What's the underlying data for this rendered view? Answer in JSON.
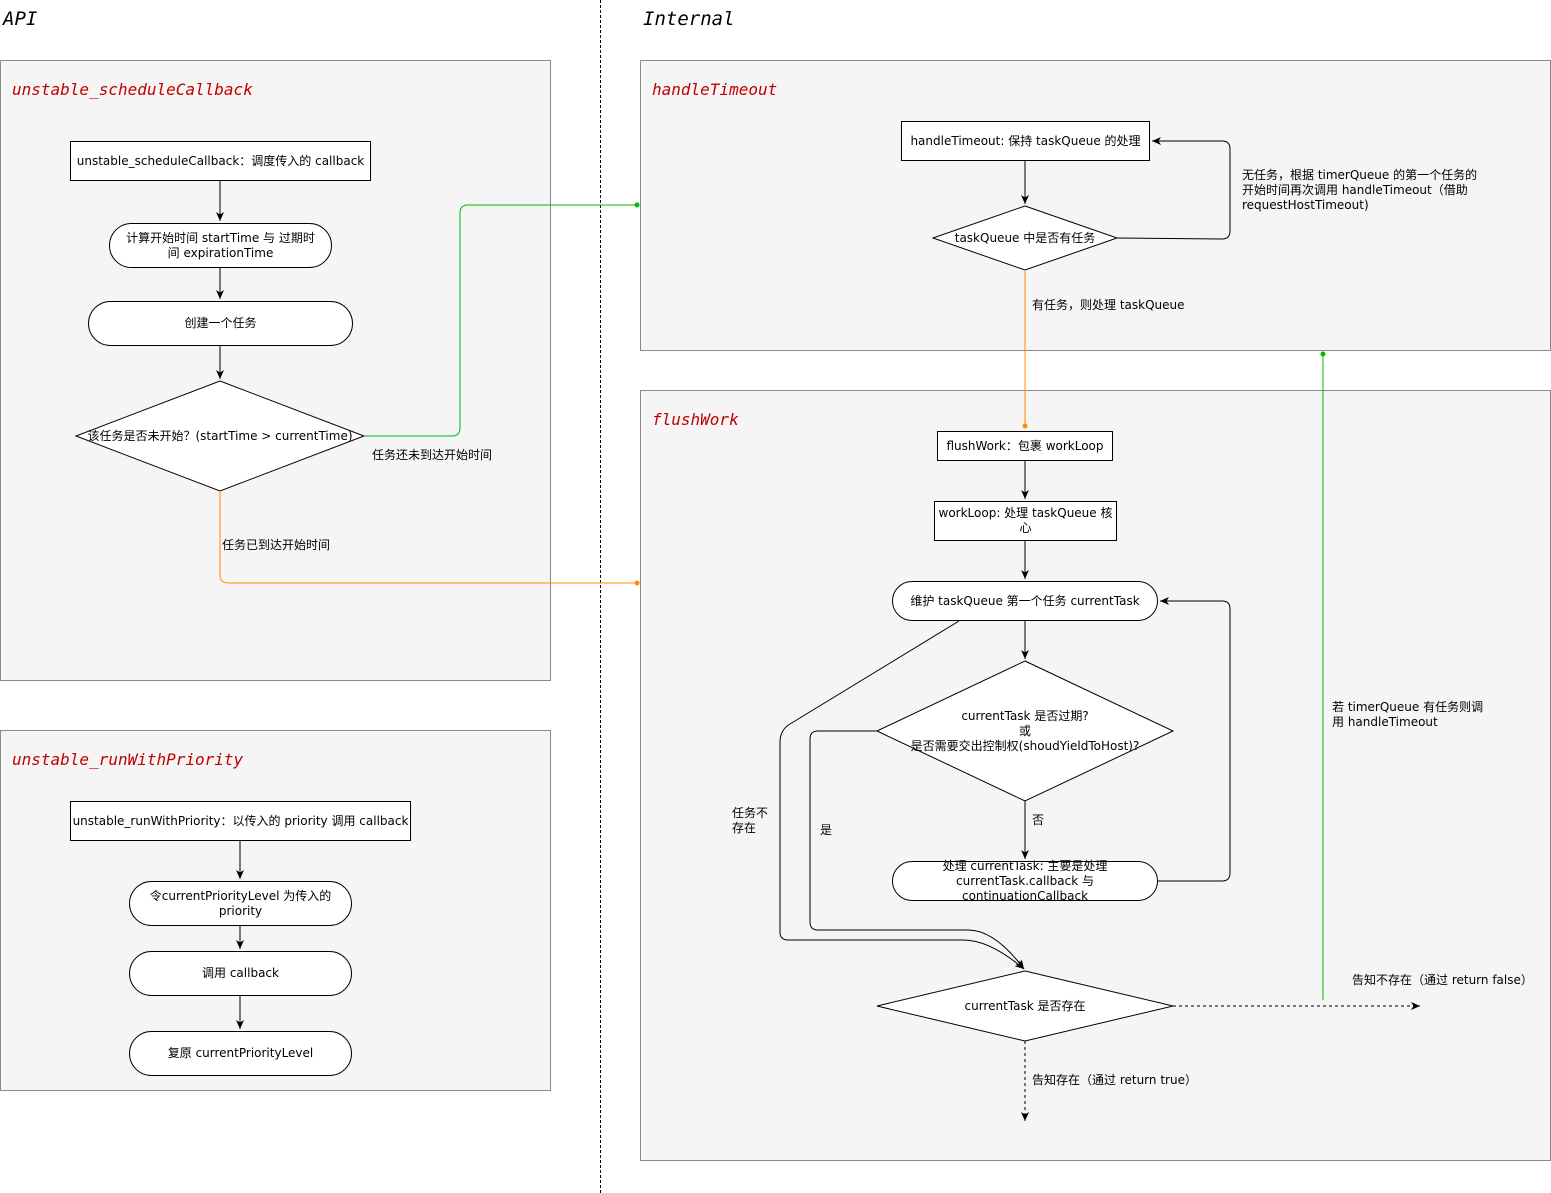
{
  "columns": {
    "api": "API",
    "internal": "Internal"
  },
  "panels": {
    "schedule": "unstable_scheduleCallback",
    "run_priority": "unstable_runWithPriority",
    "handle_timeout": "handleTimeout",
    "flush_work": "flushWork"
  },
  "nodes": {
    "schedule_entry": "unstable_scheduleCallback：调度传入的 callback",
    "calc_time": "计算开始时间 startTime 与 过期时间 expirationTime",
    "create_task": "创建一个任务",
    "not_started_q": "该任务是否未开始？(startTime > currentTime)",
    "run_entry": "unstable_runWithPriority：以传入的 priority 调用 callback",
    "set_priority": "令currentPriorityLevel 为传入的 priority",
    "call_callback": "调用 callback",
    "restore_priority": "复原 currentPriorityLevel",
    "handle_timeout_entry": "handleTimeout: 保持 taskQueue 的处理",
    "task_queue_q": "taskQueue 中是否有任务",
    "flushwork_entry": "flushWork：包裹 workLoop",
    "workloop": "workLoop: 处理 taskQueue 核心",
    "maintain_task": "维护 taskQueue 第一个任务 currentTask",
    "expired_q_line1": "currentTask 是否过期?",
    "expired_q_line2": "或",
    "expired_q_line3": "是否需要交出控制权(shoudYieldToHost)?",
    "process_line1": "处理 currentTask: 主要是处理",
    "process_line2": "currentTask.callback 与 continuationCallback",
    "exists_q": "currentTask 是否存在"
  },
  "edge_labels": {
    "not_reached": "任务还未到达开始时间",
    "reached": "任务已到达开始时间",
    "no_task_line1": "无任务，根据 timerQueue 的第一个任务的",
    "no_task_line2": "开始时间再次调用 handleTimeout（借助",
    "no_task_line3": "requestHostTimeout)",
    "has_task": "有任务，则处理 taskQueue",
    "task_missing_line1": "任务不",
    "task_missing_line2": "存在",
    "yes": "是",
    "no": "否",
    "timer_line1": "若 timerQueue 有任务则调",
    "timer_line2": "用 handleTimeout",
    "tell_not_exist": "告知不存在（通过 return false）",
    "tell_exist": "告知存在（通过 return true）"
  },
  "colors": {
    "panel_title": "#c00000",
    "green": "#00bb00",
    "orange": "#ff8c00",
    "panel_fill": "#f5f5f5"
  }
}
